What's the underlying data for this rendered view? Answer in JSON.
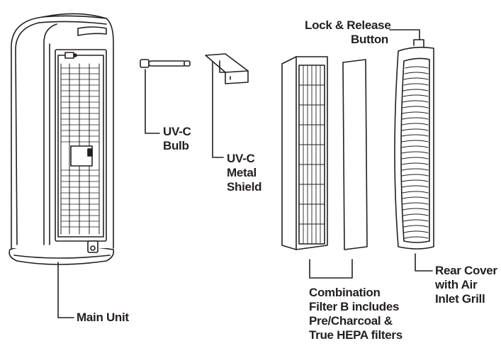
{
  "labels": {
    "main_unit": "Main Unit",
    "uvc_bulb": [
      "UV-C",
      "Bulb"
    ],
    "uvc_shield": [
      "UV-C",
      "Metal",
      "Shield"
    ],
    "lock_release": [
      "Lock & Release",
      "Button"
    ],
    "filter_b": [
      "Combination",
      "Filter B includes",
      "Pre/Charcoal &",
      "True HEPA filters"
    ],
    "rear_cover": [
      "Rear Cover",
      "with Air",
      "Inlet Grill"
    ]
  },
  "colors": {
    "line": "#231f20",
    "background": "#ffffff",
    "fill_light": "#f2f2f2"
  }
}
